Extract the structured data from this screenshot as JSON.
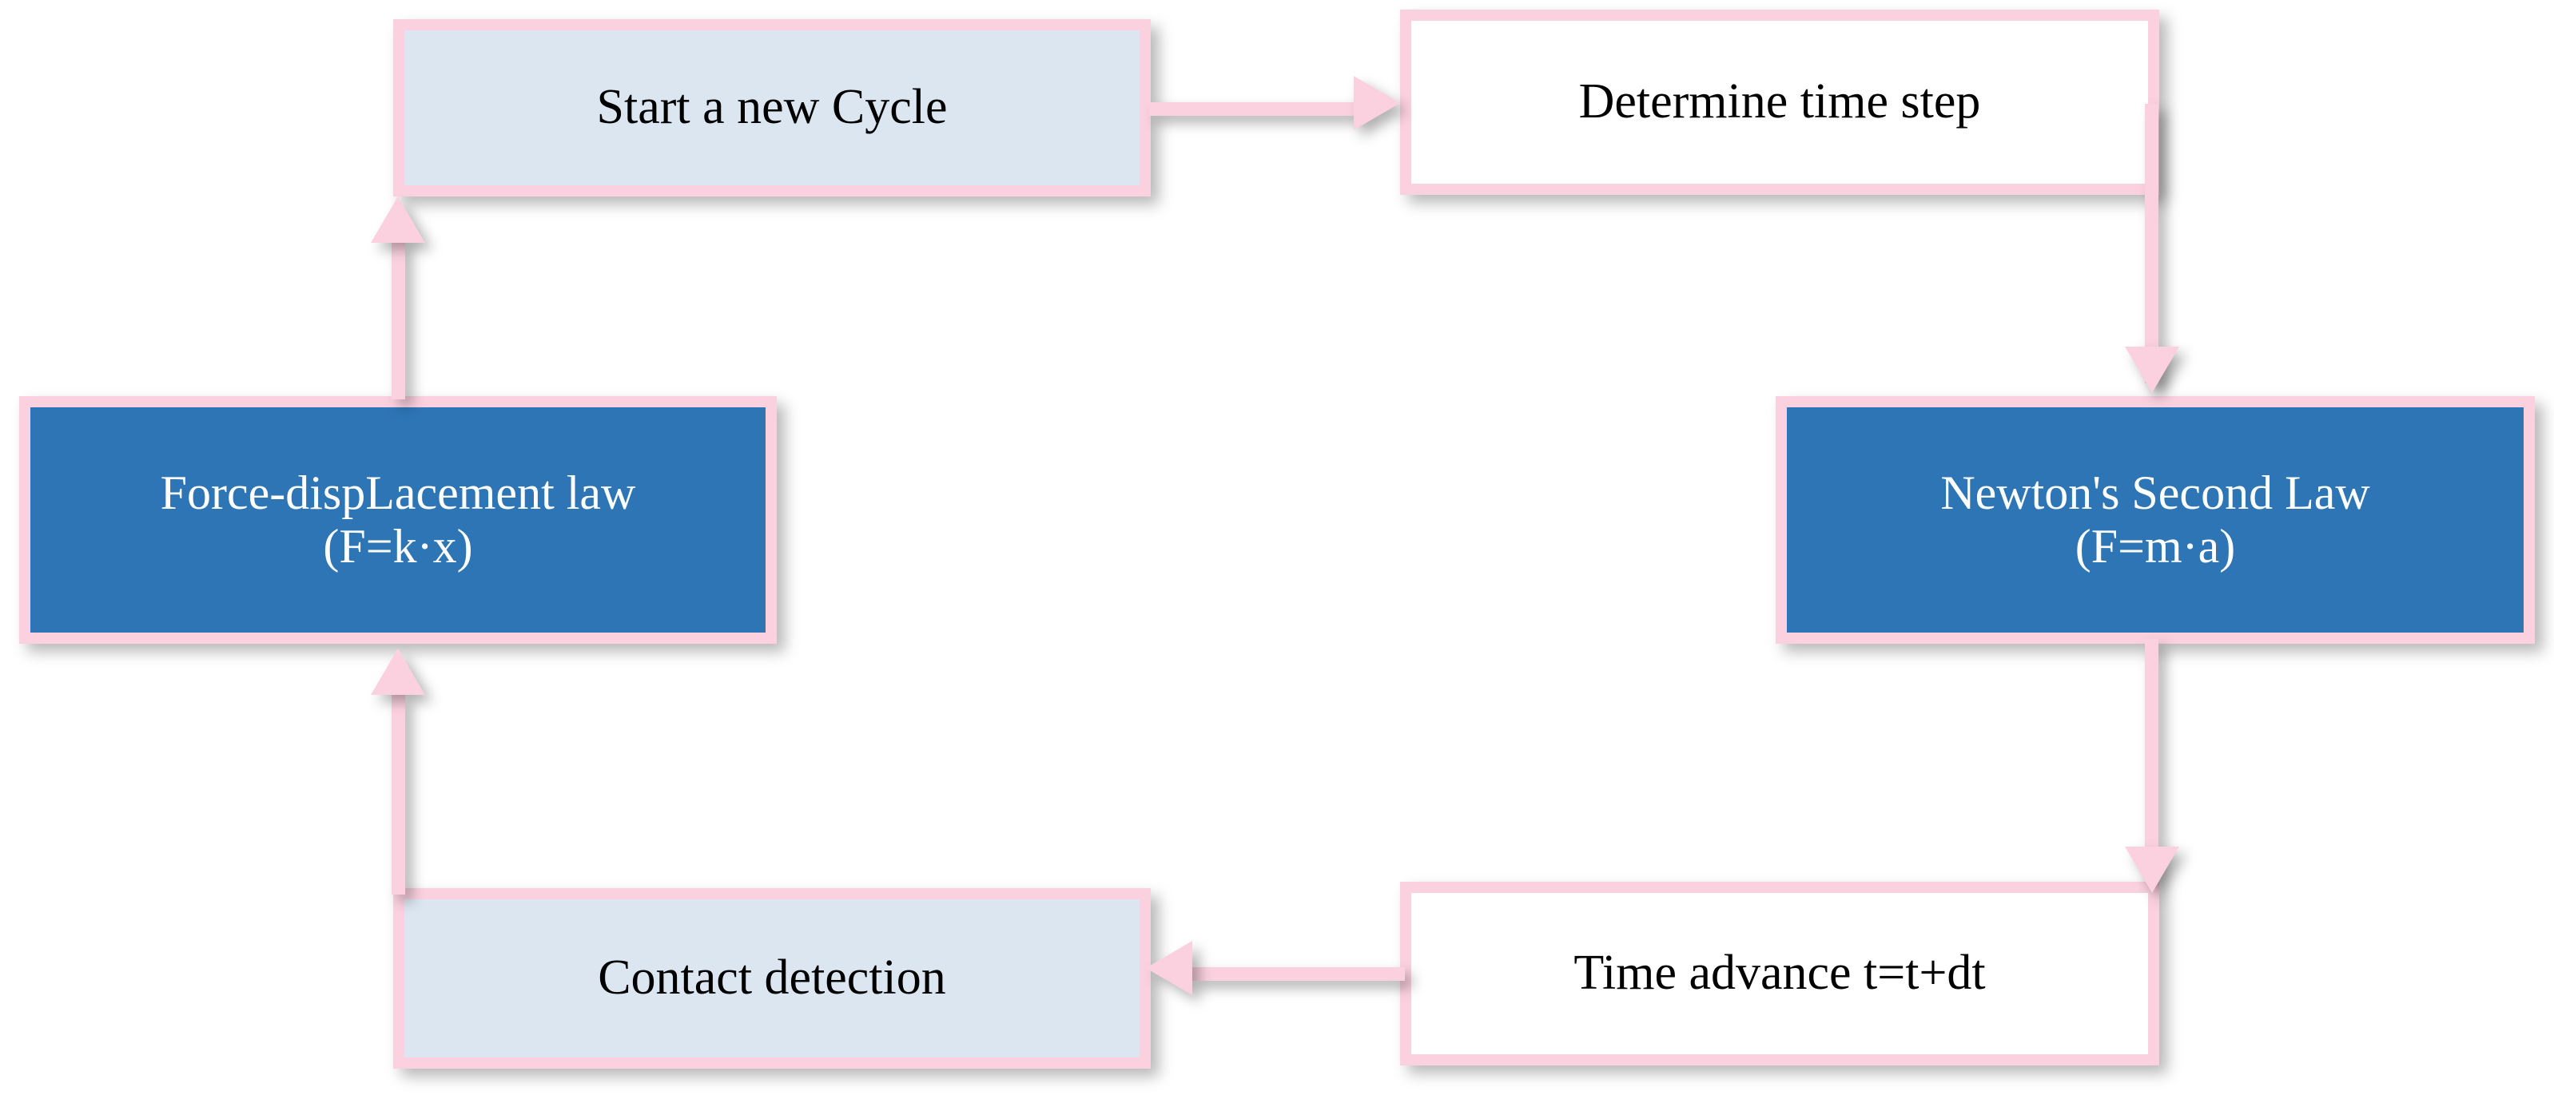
{
  "diagram": {
    "title": "DEM calculation cycle flowchart",
    "colors": {
      "border_pink": "#fbd1e0",
      "fill_light_blue": "#dce6f1",
      "fill_dark_blue": "#2e75b6",
      "fill_white": "#ffffff",
      "text_dark": "#000000",
      "text_light": "#ffffff",
      "background": "#ffffff"
    },
    "nodes": [
      {
        "id": "start",
        "label": "Start a new Cycle",
        "fill": "light-blue"
      },
      {
        "id": "timestep",
        "label": "Determine time step",
        "fill": "white"
      },
      {
        "id": "newton",
        "label": "Newton's Second Law\n(F=m·a)",
        "fill": "dark-blue"
      },
      {
        "id": "timeadvance",
        "label": "Time advance  t=t+dt",
        "fill": "white"
      },
      {
        "id": "contact",
        "label": "Contact detection",
        "fill": "light-blue"
      },
      {
        "id": "force",
        "label": "Force-dispLacement law\n(F=k·x)",
        "fill": "dark-blue"
      }
    ],
    "connectors": [
      {
        "id": "start-to-timestep",
        "from": "start",
        "to": "timestep",
        "direction": "right"
      },
      {
        "id": "timestep-to-newton",
        "from": "timestep",
        "to": "newton",
        "direction": "down"
      },
      {
        "id": "newton-to-timeadvance",
        "from": "newton",
        "to": "timeadvance",
        "direction": "down"
      },
      {
        "id": "timeadvance-to-contact",
        "from": "timeadvance",
        "to": "contact",
        "direction": "left"
      },
      {
        "id": "contact-to-force",
        "from": "contact",
        "to": "force",
        "direction": "up"
      },
      {
        "id": "force-to-start",
        "from": "force",
        "to": "start",
        "direction": "up"
      }
    ]
  }
}
